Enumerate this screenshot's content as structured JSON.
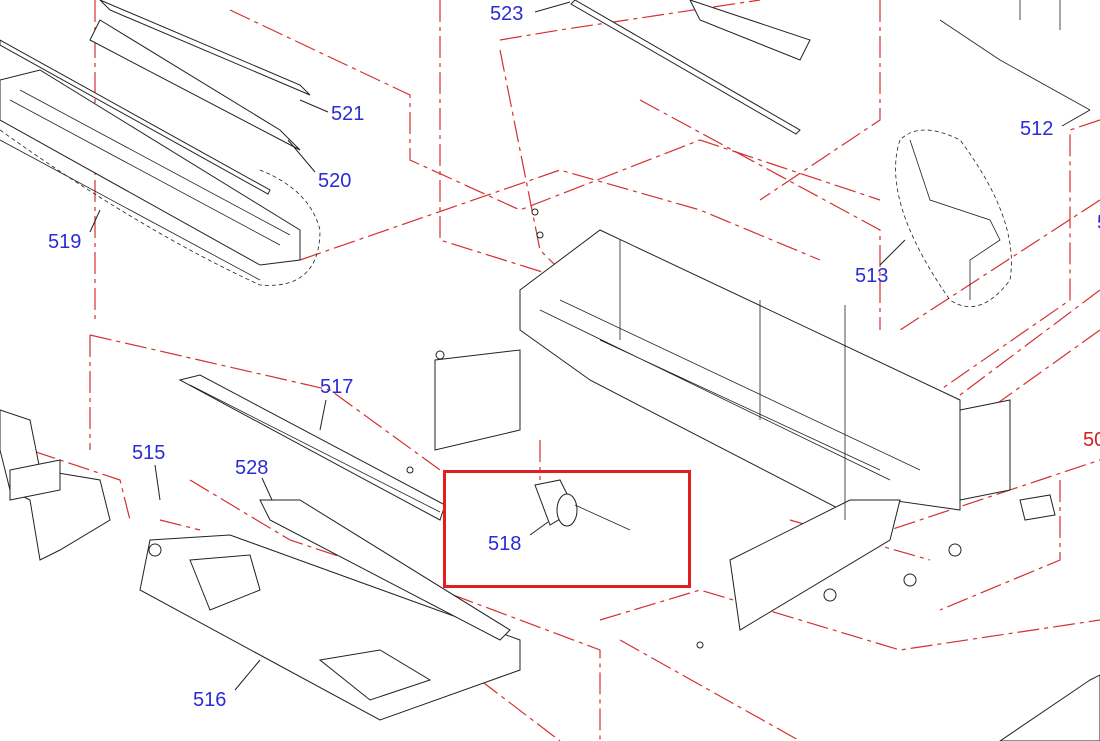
{
  "diagram": {
    "labels": {
      "p523": "523",
      "p521": "521",
      "p520": "520",
      "p519": "519",
      "p512": "512",
      "p513": "513",
      "p5x": "5",
      "p517": "517",
      "p515": "515",
      "p528": "528",
      "p518": "518",
      "p516": "516",
      "p50x": "50"
    },
    "highlight": {
      "part": "518",
      "color": "#e02020"
    },
    "colors": {
      "label": "#2b2bd6",
      "leader_lines": "#d43030",
      "highlight": "#e02020",
      "off_page_label": "#d42020"
    }
  }
}
